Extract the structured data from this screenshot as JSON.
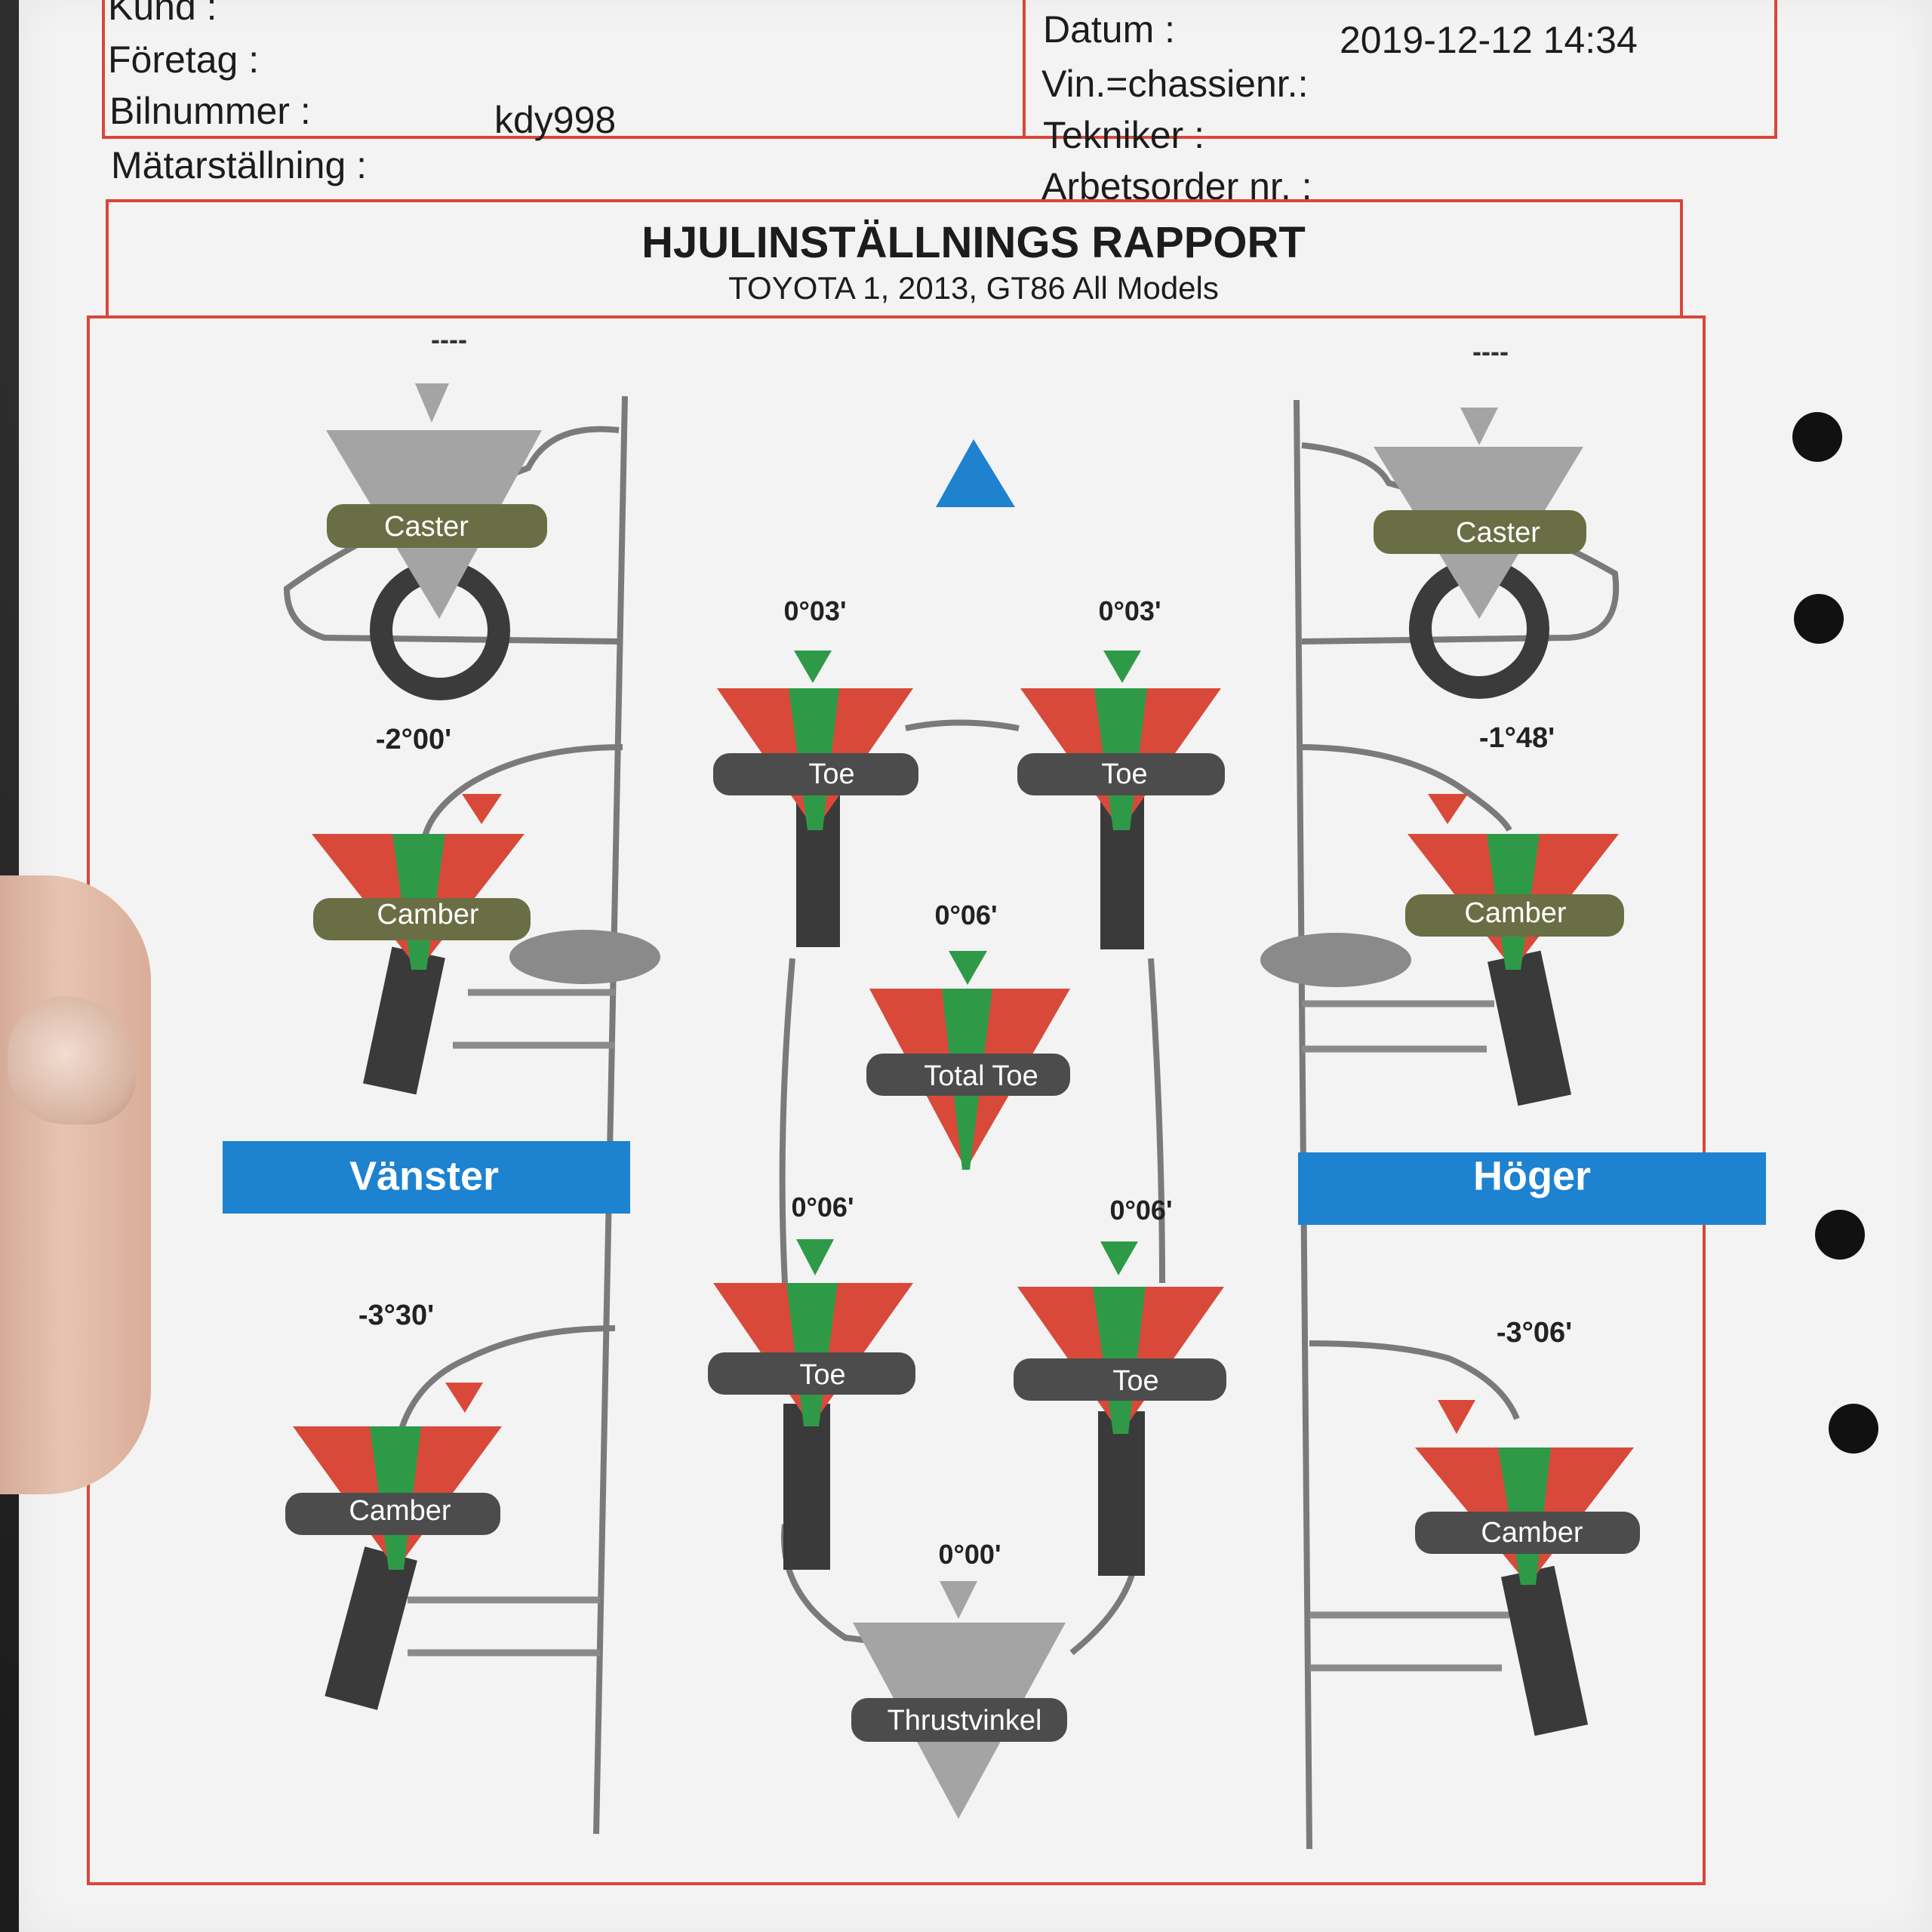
{
  "header": {
    "kund_label": "Kund :",
    "foretag_label": "Företag :",
    "bilnummer_label": "Bilnummer :",
    "bilnummer_value": "kdy998",
    "matarstallning_label": "Mätarställning :",
    "datum_label": "Datum :",
    "datum_value": "2019-12-12  14:34",
    "vin_label": "Vin.=chassienr.:",
    "tekniker_label": "Tekniker :",
    "arbetsorder_label": "Arbetsorder nr. :"
  },
  "report": {
    "title": "HJULINSTÄLLNINGS RAPPORT",
    "subtitle": "TOYOTA 1, 2013, GT86 All Models"
  },
  "sides": {
    "left": "Vänster",
    "right": "Höger"
  },
  "measurements": {
    "front_left_caster": {
      "label": "Caster",
      "value": "----"
    },
    "front_right_caster": {
      "label": "Caster",
      "value": "----"
    },
    "front_left_camber": {
      "label": "Camber",
      "value": "-2°00'"
    },
    "front_right_camber": {
      "label": "Camber",
      "value": "-1°48'"
    },
    "front_left_toe": {
      "label": "Toe",
      "value": "0°03'"
    },
    "front_right_toe": {
      "label": "Toe",
      "value": "0°03'"
    },
    "front_total_toe": {
      "label": "Total Toe",
      "value": "0°06'"
    },
    "rear_left_toe": {
      "label": "Toe",
      "value": "0°06'"
    },
    "rear_right_toe": {
      "label": "Toe",
      "value": "0°06'"
    },
    "rear_left_camber": {
      "label": "Camber",
      "value": "-3°30'"
    },
    "rear_right_camber": {
      "label": "Camber",
      "value": "-3°06'"
    },
    "thrust_angle": {
      "label": "Thrustvinkel",
      "value": "0°00'"
    }
  },
  "colors": {
    "frame_red": "#d8473a",
    "out_of_range_red": "#d9493a",
    "in_range_green": "#2e9a48",
    "not_measured_gray": "#a4a4a4",
    "label_olive": "#6a6e44",
    "label_dark": "#4c4c4c",
    "side_bar_blue": "#1d82cf",
    "direction_arrow_blue": "#1f82cf"
  },
  "icons": {
    "direction": "forward-arrow-icon",
    "wheel": "tire-icon"
  }
}
